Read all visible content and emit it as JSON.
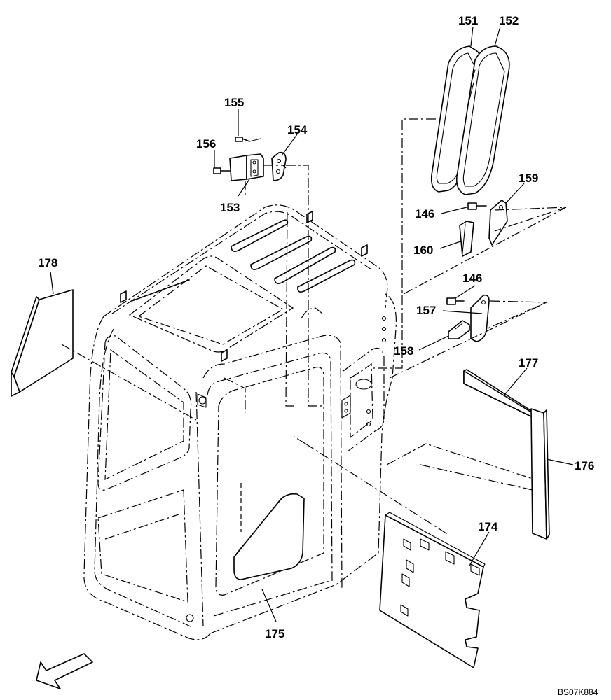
{
  "drawing": {
    "reference_code": "BS07K884",
    "callouts": [
      {
        "id": "p151",
        "label": "151"
      },
      {
        "id": "p152",
        "label": "152"
      },
      {
        "id": "p155",
        "label": "155"
      },
      {
        "id": "p154",
        "label": "154"
      },
      {
        "id": "p156",
        "label": "156"
      },
      {
        "id": "p153",
        "label": "153"
      },
      {
        "id": "p159",
        "label": "159"
      },
      {
        "id": "p146a",
        "label": "146"
      },
      {
        "id": "p160",
        "label": "160"
      },
      {
        "id": "p146b",
        "label": "146"
      },
      {
        "id": "p157",
        "label": "157"
      },
      {
        "id": "p158",
        "label": "158"
      },
      {
        "id": "p178",
        "label": "178"
      },
      {
        "id": "p177",
        "label": "177"
      },
      {
        "id": "p176",
        "label": "176"
      },
      {
        "id": "p174",
        "label": "174"
      },
      {
        "id": "p175",
        "label": "175"
      }
    ]
  }
}
